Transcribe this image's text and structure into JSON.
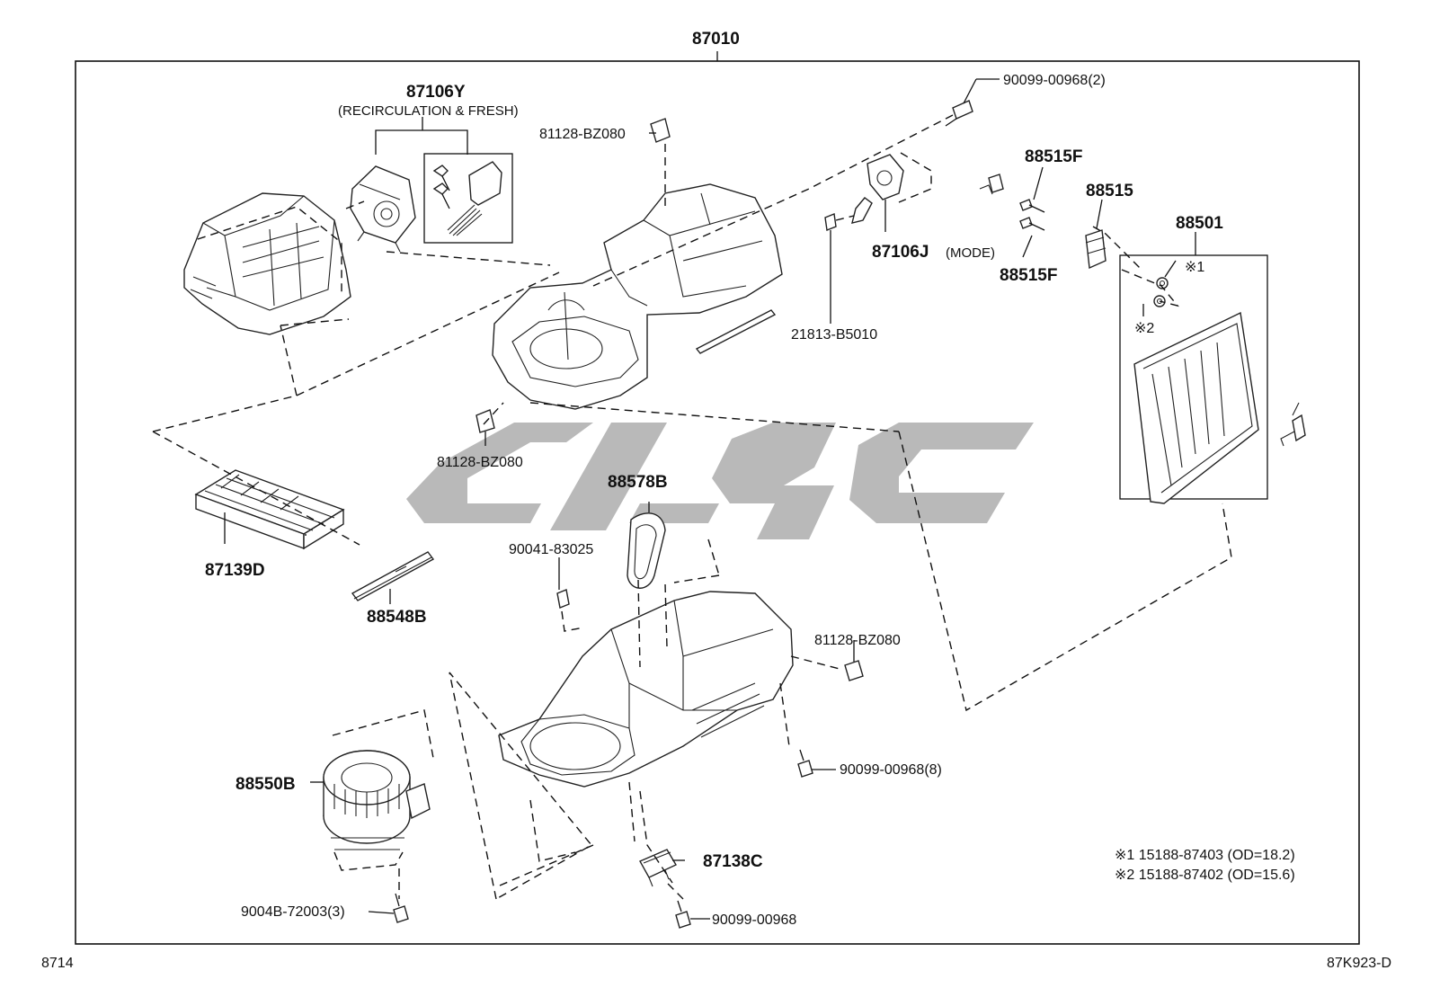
{
  "labels": {
    "assembly": "87010",
    "servo_recirc": "87106Y",
    "servo_recirc_note": "(RECIRCULATION & FRESH)",
    "clip_top": "81128-BZ080",
    "screw_top": "90099-00968(2)",
    "bolt_upper": "88515F",
    "expansion_valve": "88515",
    "evaporator": "88501",
    "bolt_lower": "88515F",
    "mark_1": "※1",
    "mark_2": "※2",
    "servo_mode": "87106J",
    "servo_mode_note": "(MODE)",
    "packing": "21813-B5010",
    "clip_middle": "81128-BZ080",
    "duct_seal": "88578B",
    "clip_small": "90041-83025",
    "filter": "87139D",
    "filter_cover": "88548B",
    "clip_right": "81128-BZ080",
    "blower": "88550B",
    "screw_lower_right": "90099-00968(8)",
    "resistor": "87138C",
    "screw_blower": "9004B-72003(3)",
    "screw_bottom": "90099-00968"
  },
  "notes": [
    "※1  15188-87403 (OD=18.2)",
    "※2  15188-87402 (OD=15.6)"
  ],
  "footer": {
    "left": "8714",
    "right": "87K923-D"
  }
}
